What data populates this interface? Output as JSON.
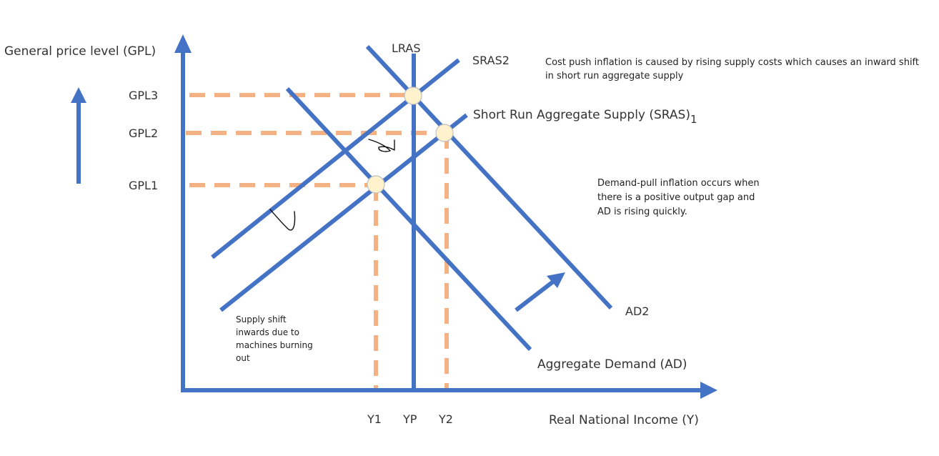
{
  "axes": {
    "y_label": "General price level (GPL)",
    "x_label": "Real National Income (Y)"
  },
  "price_levels": [
    "GPL3",
    "GPL2",
    "GPL1"
  ],
  "incomes": [
    "Y1",
    "YP",
    "Y2"
  ],
  "curves": {
    "lras": "LRAS",
    "sras2": "SRAS2",
    "sras1": "Short Run Aggregate Supply (SRAS)",
    "sras1_subscript": "1",
    "ad1": "Aggregate Demand (AD)",
    "ad2": "AD2"
  },
  "notes": {
    "cost_push": [
      "Cost push inflation is caused by rising supply costs which causes an inward shift",
      "in short run aggregate supply"
    ],
    "demand_pull": [
      "Demand-pull inflation occurs when",
      "there is a positive output gap and",
      "AD is rising quickly."
    ],
    "supply_shift": [
      "Supply shift",
      "inwards due to",
      "machines burning",
      "out"
    ]
  },
  "colors": {
    "line": "#4472C4",
    "dashed": "#F4B183",
    "point_fill": "#FFF2CC",
    "point_stroke": "#BFBFBF",
    "text": "#333333"
  }
}
